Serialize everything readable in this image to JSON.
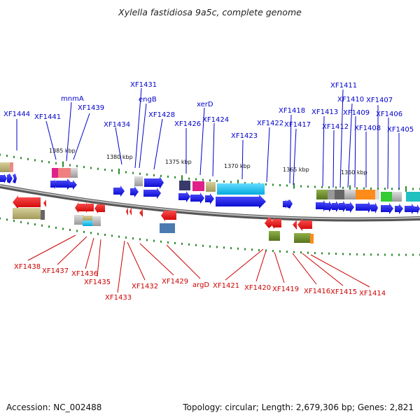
{
  "title": "Xylella fastidiosa 9a5c, complete genome",
  "footer": {
    "accession": "Accession: NC_002488",
    "topology": "Topology: circular; Length: 2,679,306 bp; Genes: 2,821"
  },
  "kbp_labels": [
    "1385 kbp",
    "1380 kbp",
    "1375 kbp",
    "1370 kbp",
    "1365 kbp",
    "1360 kbp"
  ],
  "genes_forward": [
    "XF1444",
    "XF1441",
    "mnmA",
    "XF1439",
    "XF1434",
    "XF1431",
    "engB",
    "XF1428",
    "XF1426",
    "xerD",
    "XF1424",
    "XF1423",
    "XF1422",
    "XF1418",
    "XF1417",
    "XF1413",
    "XF1412",
    "XF1411",
    "XF1410",
    "XF1409",
    "XF1408",
    "XF1407",
    "XF1406",
    "XF1405"
  ],
  "genes_reverse": [
    "XF1438",
    "XF1437",
    "XF1436",
    "XF1435",
    "XF1433",
    "XF1432",
    "XF1429",
    "argD",
    "XF1421",
    "XF1420",
    "XF1419",
    "XF1416",
    "XF1415",
    "XF1414"
  ],
  "colors": {
    "forward_label": "#0000cc",
    "reverse_label": "#cc0000",
    "forward_arrow": "#0000ee",
    "reverse_arrow": "#ee0000",
    "backbone": "#777777",
    "tick": "#2a8a2a"
  }
}
